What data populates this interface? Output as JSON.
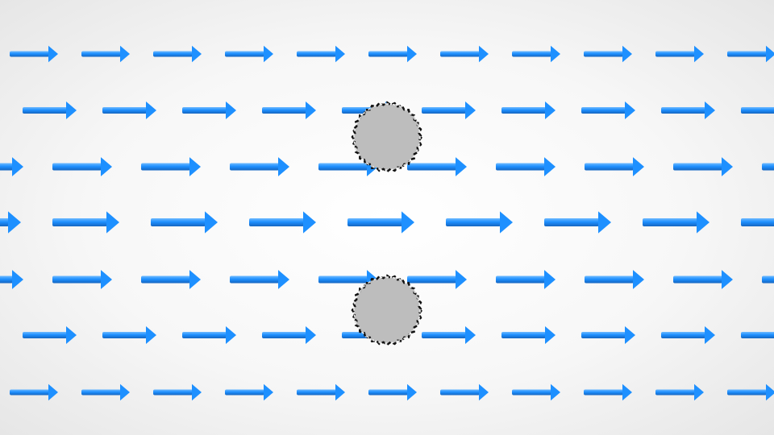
{
  "diagram": {
    "description_free": true,
    "colors": {
      "arrow": "#1e90ff",
      "arrow_shadow": "#1565c0",
      "particle_fill": "#bdbdbd",
      "particle_edge": "#111111",
      "particle_edge_light": "#eeeeee"
    },
    "flow_direction": "right",
    "arrow_rows": 7,
    "particle_count": 2,
    "icons": [
      "arrow-right-icon",
      "particle-icon"
    ]
  }
}
